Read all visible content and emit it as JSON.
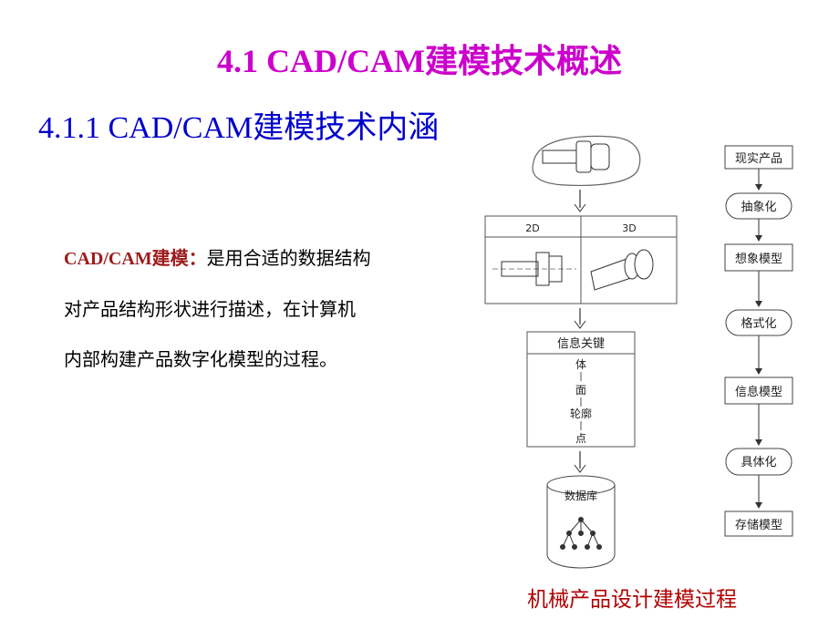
{
  "title": "4.1 CAD/CAM建模技术概述",
  "subtitle": "4.1.1 CAD/CAM建模技术内涵",
  "definition": {
    "term": "CAD/CAM建模：",
    "lines": [
      "是用合适的数据结构",
      "对产品结构形状进行描述，在计算机",
      "内部构建产品数字化模型的过程。"
    ]
  },
  "figure": {
    "view_2d_label": "2D",
    "view_3d_label": "3D",
    "info_key_label": "信息关键",
    "info_levels": [
      "体",
      "面",
      "轮廓",
      "点"
    ],
    "database_label": "数据库",
    "flow_steps": [
      "现实产品",
      "抽象化",
      "想象模型",
      "格式化",
      "信息模型",
      "具体化",
      "存储模型"
    ],
    "caption": "机械产品设计建模过程"
  }
}
